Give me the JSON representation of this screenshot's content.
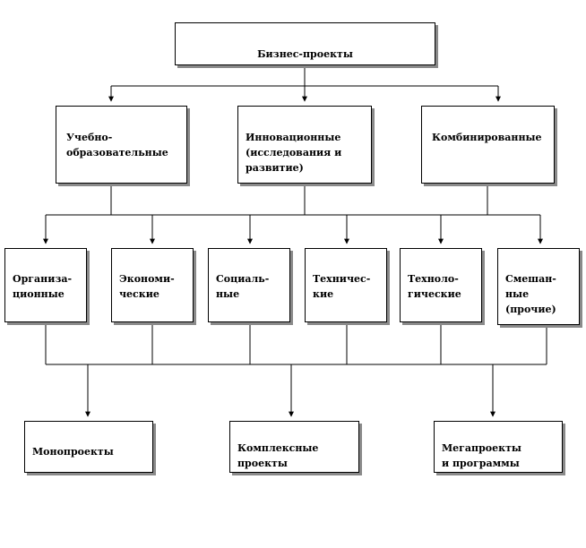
{
  "root": {
    "label": "Бизнес-проекты"
  },
  "level1": [
    {
      "label": "Учебно-\nобразовательные"
    },
    {
      "label": "Инновационные\n(исследования и\nразвитие)"
    },
    {
      "label": "Комбинированные"
    }
  ],
  "level2": [
    {
      "label": "Организа-\nционные"
    },
    {
      "label": "Экономи-\nческие"
    },
    {
      "label": "Социаль-\nные"
    },
    {
      "label": "Техничес-\nкие"
    },
    {
      "label": "Техноло-\nгические"
    },
    {
      "label": "Смешан-\nные\n(прочие)"
    }
  ],
  "level3": [
    {
      "label": "Монопроекты"
    },
    {
      "label": "Комплексные\nпроекты"
    },
    {
      "label": "Мегапроекты\nи программы"
    }
  ],
  "colors": {
    "line": "#000000",
    "shadow": "#8a8a8a"
  }
}
